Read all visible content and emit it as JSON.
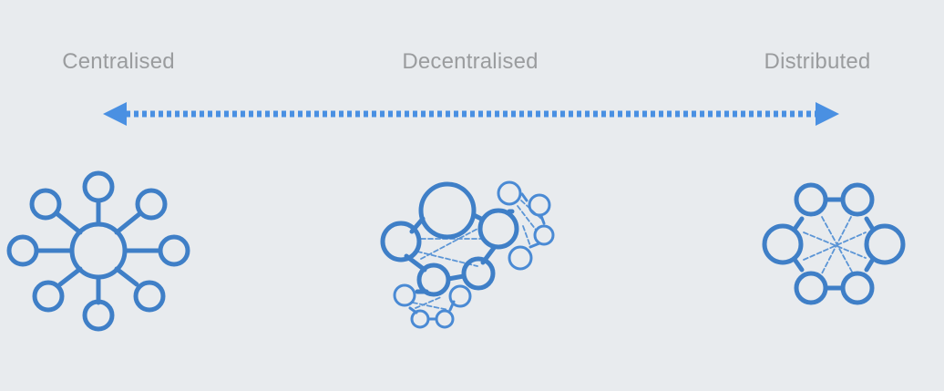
{
  "labels": {
    "centralised": "Centralised",
    "decentralised": "Decentralised",
    "distributed": "Distributed"
  },
  "colors": {
    "background": "#e8ebee",
    "node_stroke": "#3f7fc7",
    "arrow": "#4a90e2",
    "label_text": "#9a9c9e"
  },
  "diagrams": [
    "centralised-network",
    "decentralised-network",
    "distributed-network"
  ],
  "arrow": {
    "style": "dotted",
    "direction": "bidirectional"
  }
}
